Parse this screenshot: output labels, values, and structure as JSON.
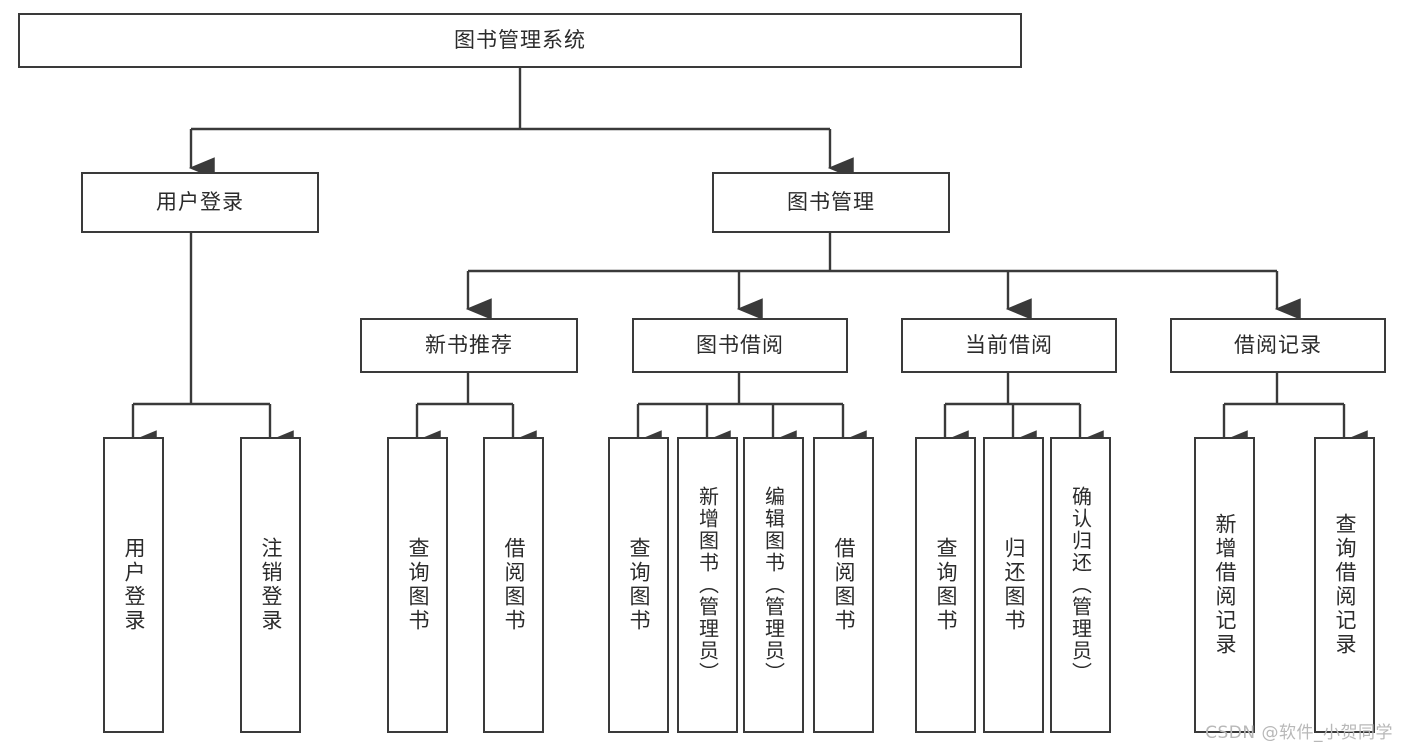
{
  "diagram": {
    "title": "图书管理系统",
    "type": "tree",
    "watermark": "CSDN @软件_小贺同学",
    "colors": {
      "stroke": "#3a3a3a",
      "text": "#2b2b2b",
      "background": "#ffffff",
      "watermark": "#b8b8b8"
    },
    "nodes": {
      "root": {
        "label": "图书管理系统"
      },
      "level2": [
        {
          "label": "用户登录"
        },
        {
          "label": "图书管理"
        }
      ],
      "level3": [
        {
          "label": "新书推荐"
        },
        {
          "label": "图书借阅"
        },
        {
          "label": "当前借阅"
        },
        {
          "label": "借阅记录"
        }
      ],
      "level4": [
        {
          "label": "用户登录"
        },
        {
          "label": "注销登录"
        },
        {
          "label": "查询图书"
        },
        {
          "label": "借阅图书"
        },
        {
          "label": "查询图书"
        },
        {
          "label": "新增图书（管理员）"
        },
        {
          "label": "编辑图书（管理员）"
        },
        {
          "label": "借阅图书"
        },
        {
          "label": "查询图书"
        },
        {
          "label": "归还图书"
        },
        {
          "label": "确认归还（管理员）"
        },
        {
          "label": "新增借阅记录"
        },
        {
          "label": "查询借阅记录"
        }
      ]
    }
  }
}
